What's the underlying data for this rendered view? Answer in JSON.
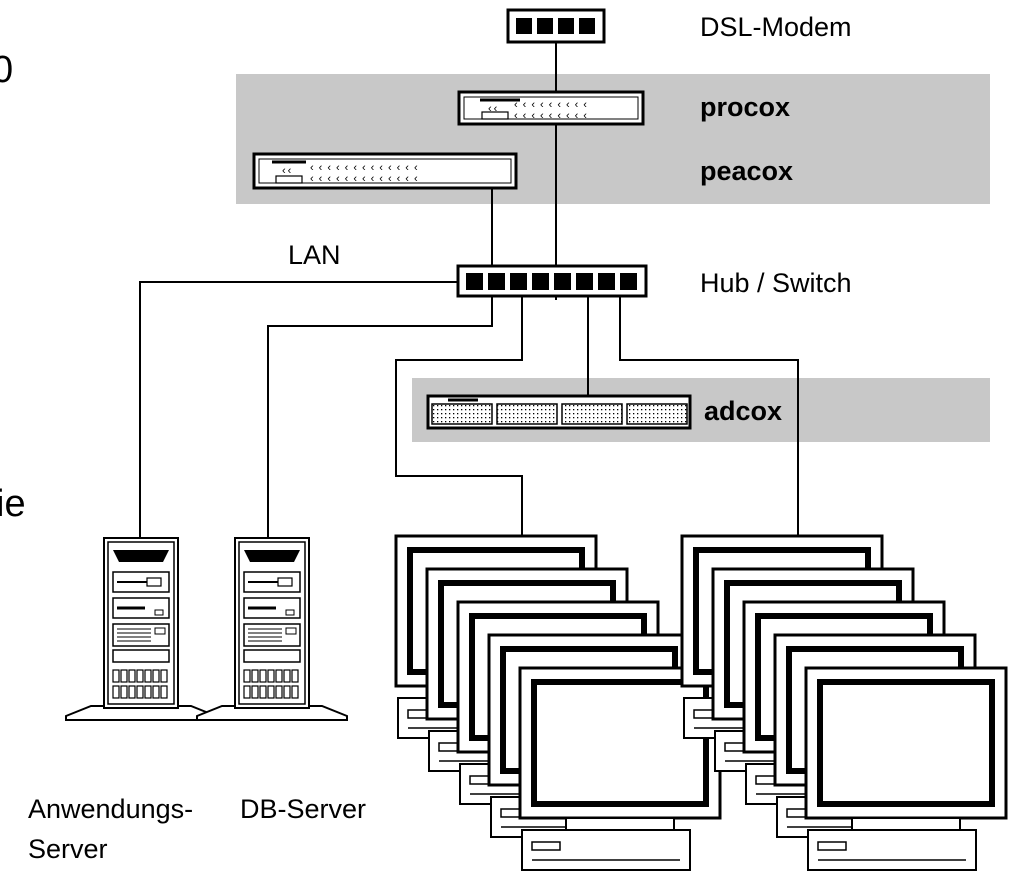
{
  "colors": {
    "band": "#c8c8c8",
    "stroke": "#000000",
    "background": "#ffffff"
  },
  "fragments": {
    "left_top": "0",
    "left_mid": "ie"
  },
  "labels": {
    "dsl_modem": "DSL-Modem",
    "procox": "procox",
    "peacox": "peacox",
    "lan": "LAN",
    "hub_switch": "Hub / Switch",
    "adcox": "adcox",
    "app_server_line1": "Anwendungs-",
    "app_server_line2": "Server",
    "db_server": "DB-Server"
  },
  "icons": [
    "dsl-modem-icon",
    "server-icon",
    "router-icon",
    "hub-switch-icon",
    "patch-panel-icon",
    "tower-server-icon",
    "workstation-icon"
  ]
}
